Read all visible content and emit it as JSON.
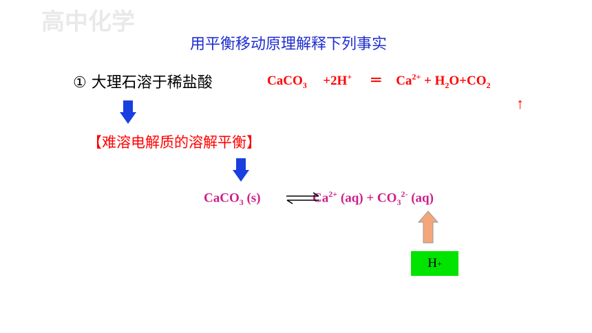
{
  "watermark": "高中化学",
  "title": "用平衡移动原理解释下列事实",
  "item": "① 大理石溶于稀盐酸",
  "reaction": {
    "reactant1": "CaCO",
    "reactant1_sub": "3",
    "plus_h": "+2H",
    "h_charge": "+",
    "equals": "＝",
    "ca": "Ca",
    "ca_charge": "2+",
    "products": "+ H",
    "water_sub": "2",
    "o_co": "O+CO",
    "co2_sub": "2",
    "gas_arrow": "↑"
  },
  "heading": "【难溶电解质的溶解平衡】",
  "equilibrium": {
    "solid": "CaCO",
    "solid_sub": "3",
    "solid_state": " (s)",
    "ca": "Ca",
    "ca_charge": "2+",
    "ca_state": " (aq) + CO",
    "co3_sub": "3",
    "co3_charge": "2-",
    "co3_state": " (aq)"
  },
  "h_ion": {
    "symbol": "H",
    "charge": "+"
  },
  "colors": {
    "title": "#1f2ecf",
    "reaction": "#ff0000",
    "equilibrium": "#cc1f8a",
    "down_arrow": "#1a3fe0",
    "up_arrow": "#f4a67a",
    "h_box": "#00e400"
  }
}
